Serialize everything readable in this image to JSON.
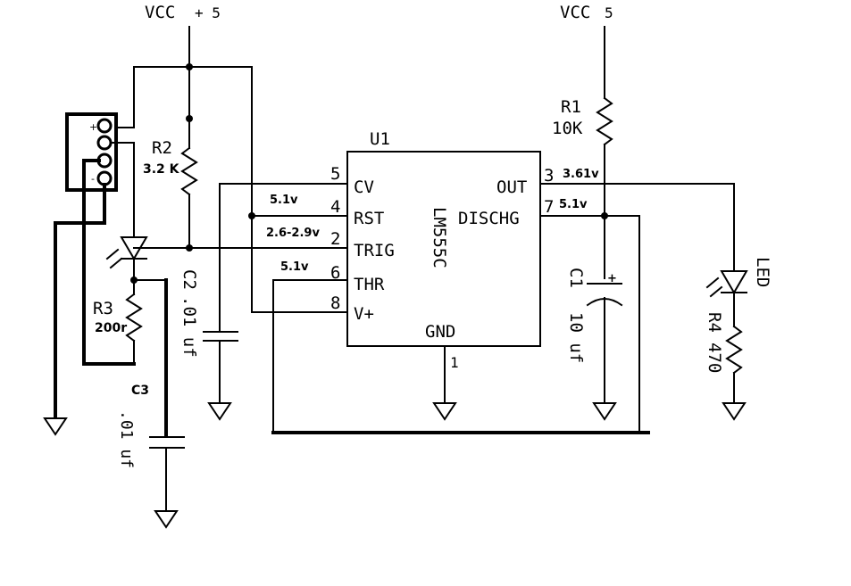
{
  "supply": {
    "left": {
      "name": "VCC",
      "value": "+ 5"
    },
    "right": {
      "name": "VCC",
      "value": "5"
    }
  },
  "ic": {
    "ref": "U1",
    "part": "LM555C",
    "pins": [
      {
        "num": "5",
        "name": "CV"
      },
      {
        "num": "4",
        "name": "RST"
      },
      {
        "num": "2",
        "name": "TRIG"
      },
      {
        "num": "6",
        "name": "THR"
      },
      {
        "num": "8",
        "name": "V+"
      },
      {
        "num": "3",
        "name": "OUT"
      },
      {
        "num": "7",
        "name": "DISCHG"
      },
      {
        "num": "1",
        "name": "GND"
      }
    ]
  },
  "voltages": {
    "rst": "5.1v",
    "trig": "2.6-2.9v",
    "thr": "5.1v",
    "out": "3.61v",
    "dischg": "5.1v"
  },
  "components": {
    "r1": {
      "ref": "R1",
      "value": "10K"
    },
    "r2": {
      "ref": "R2",
      "value": "3.2 K"
    },
    "r3": {
      "ref": "R3",
      "value": "200r"
    },
    "r4": {
      "ref": "R4",
      "value": "470"
    },
    "c1": {
      "ref": "C1",
      "value": "10 uf",
      "polarity": "+"
    },
    "c2": {
      "ref": "C2",
      "value": ".01 uf"
    },
    "c3": {
      "ref": "C3",
      "value": ".01 uf"
    },
    "led": {
      "label": "LED"
    }
  },
  "connector": {
    "plus": "+",
    "minus": "-"
  }
}
